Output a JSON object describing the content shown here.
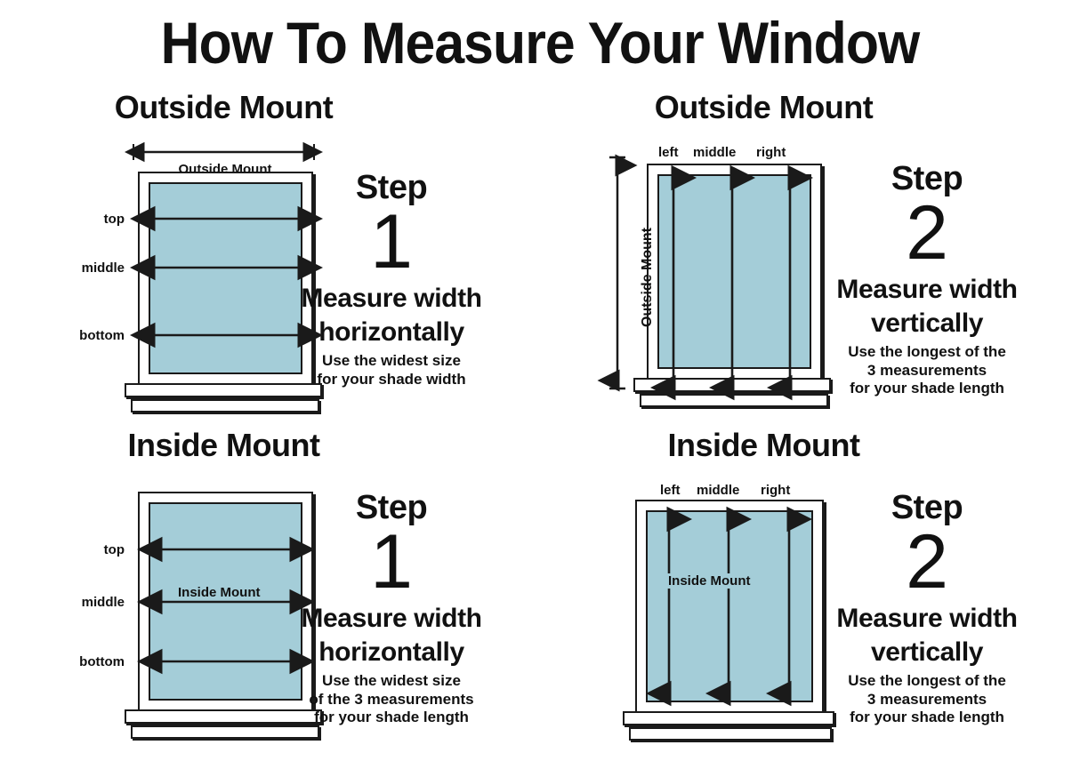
{
  "title": "How To Measure Your Window",
  "colors": {
    "glass": "#a4cdd8",
    "outline": "#1a1a1a",
    "background": "#ffffff"
  },
  "panels": {
    "top_left": {
      "heading": "Outside Mount",
      "dimension_caption": "Outside Mount",
      "row_labels": {
        "top": "top",
        "middle": "middle",
        "bottom": "bottom"
      },
      "step": {
        "word": "Step",
        "number": "1",
        "main_line1": "Measure width",
        "main_line2": "horizontally",
        "sub_line1": "Use the widest size",
        "sub_line2": "for your shade width",
        "sub_line3": ""
      }
    },
    "top_right": {
      "heading": "Outside Mount",
      "column_labels": {
        "left": "left",
        "middle": "middle",
        "right": "right"
      },
      "vertical_caption": "Outside Mount",
      "step": {
        "word": "Step",
        "number": "2",
        "main_line1": "Measure width",
        "main_line2": "vertically",
        "sub_line1": "Use the longest of the",
        "sub_line2": "3 measurements",
        "sub_line3": "for your shade length"
      }
    },
    "bottom_left": {
      "heading": "Inside Mount",
      "dimension_caption": "Inside Mount",
      "row_labels": {
        "top": "top",
        "middle": "middle",
        "bottom": "bottom"
      },
      "step": {
        "word": "Step",
        "number": "1",
        "main_line1": "Measure width",
        "main_line2": "horizontally",
        "sub_line1": "Use the widest size",
        "sub_line2": "of the 3 measurements",
        "sub_line3": "for your shade length"
      }
    },
    "bottom_right": {
      "heading": "Inside Mount",
      "column_labels": {
        "left": "left",
        "middle": "middle",
        "right": "right"
      },
      "inline_caption": "Inside Mount",
      "step": {
        "word": "Step",
        "number": "2",
        "main_line1": "Measure width",
        "main_line2": "vertically",
        "sub_line1": "Use the longest of the",
        "sub_line2": "3 measurements",
        "sub_line3": "for your shade length"
      }
    }
  }
}
